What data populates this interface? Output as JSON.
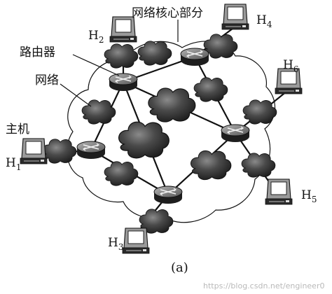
{
  "labels": {
    "core": "网络核心部分",
    "router": "路由器",
    "network": "网络",
    "host": "主机",
    "caption": "(a)",
    "watermark": "https://blog.csdn.net/engineer0"
  },
  "hosts": [
    {
      "id": "h1",
      "label": "H",
      "sub": "1"
    },
    {
      "id": "h2",
      "label": "H",
      "sub": "2"
    },
    {
      "id": "h3",
      "label": "H",
      "sub": "3"
    },
    {
      "id": "h4",
      "label": "H",
      "sub": "4"
    },
    {
      "id": "h5",
      "label": "H",
      "sub": "5"
    },
    {
      "id": "h6",
      "label": "H",
      "sub": "6"
    }
  ],
  "colors": {
    "ink": "#111111",
    "cloud_fill": "#3c3c3c",
    "cloud_highlight": "#7d7d7d",
    "router_top": "#8a8a8a",
    "router_side": "#1e1e1e",
    "screen": "#ffffff",
    "watermark": "#b9b9b9"
  }
}
